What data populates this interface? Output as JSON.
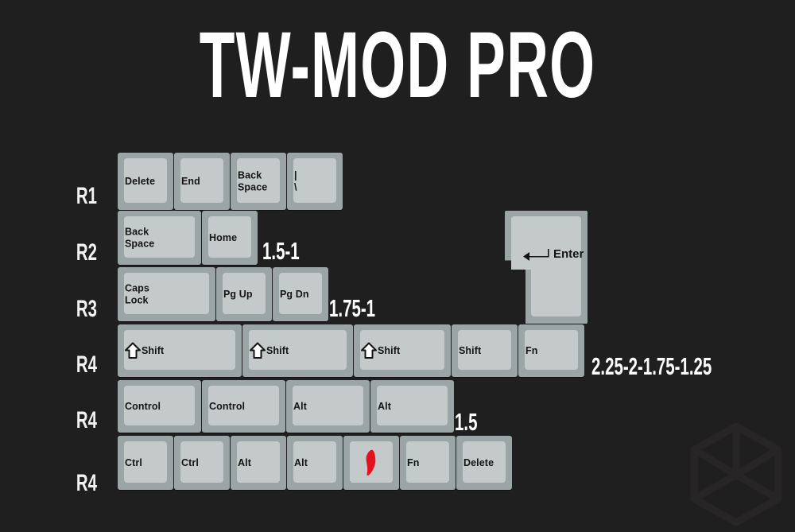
{
  "title": "TW-MOD PRO",
  "colors": {
    "background": "#201f1f",
    "keycap_base": "#9ba5a5",
    "keycap_top": "#c4c9ca",
    "legend": "#141414",
    "accent_red": "#e4121f",
    "annotation": "#ffffff"
  },
  "row_labels": [
    {
      "id": "r1",
      "text": "R1"
    },
    {
      "id": "r2",
      "text": "R2"
    },
    {
      "id": "r3",
      "text": "R3"
    },
    {
      "id": "r4a",
      "text": "R4"
    },
    {
      "id": "r4b",
      "text": "R4"
    },
    {
      "id": "r4c",
      "text": "R4"
    }
  ],
  "annotations": [
    {
      "id": "a-r2",
      "text": "1.5-1"
    },
    {
      "id": "a-r3",
      "text": "1.75-1"
    },
    {
      "id": "a-r4a",
      "text": "2.25-2-1.75-1.25"
    },
    {
      "id": "a-r4b",
      "text": "1.5"
    }
  ],
  "rows": [
    {
      "label": "R1",
      "keys": [
        {
          "legend": "Delete",
          "units": 1,
          "icon": "none"
        },
        {
          "legend": "End",
          "units": 1,
          "icon": "none"
        },
        {
          "legend": "Back\nSpace",
          "units": 1,
          "icon": "none"
        },
        {
          "legend": "|\n\\",
          "units": 1,
          "icon": "none"
        }
      ]
    },
    {
      "label": "R2",
      "keys": [
        {
          "legend": "Back\nSpace",
          "units": 1.5,
          "icon": "none"
        },
        {
          "legend": "Home",
          "units": 1,
          "icon": "none"
        }
      ]
    },
    {
      "label": "R3",
      "keys": [
        {
          "legend": "Caps\nLock",
          "units": 1.75,
          "icon": "none"
        },
        {
          "legend": "Pg Up",
          "units": 1,
          "icon": "none"
        },
        {
          "legend": "Pg Dn",
          "units": 1,
          "icon": "none"
        }
      ]
    },
    {
      "label": "R4",
      "keys": [
        {
          "legend": "Shift",
          "units": 2.25,
          "icon": "shift-arrow-icon"
        },
        {
          "legend": "Shift",
          "units": 2,
          "icon": "shift-arrow-icon"
        },
        {
          "legend": "Shift",
          "units": 1.75,
          "icon": "shift-arrow-icon"
        },
        {
          "legend": "Shift",
          "units": 1.25,
          "icon": "none"
        },
        {
          "legend": "Fn",
          "units": 1.25,
          "icon": "none"
        }
      ]
    },
    {
      "label": "R4",
      "keys": [
        {
          "legend": "Control",
          "units": 1.5,
          "icon": "none"
        },
        {
          "legend": "Control",
          "units": 1.5,
          "icon": "none"
        },
        {
          "legend": "Alt",
          "units": 1.5,
          "icon": "none"
        },
        {
          "legend": "Alt",
          "units": 1.5,
          "icon": "none"
        }
      ]
    },
    {
      "label": "R4",
      "keys": [
        {
          "legend": "Ctrl",
          "units": 1,
          "icon": "none"
        },
        {
          "legend": "Ctrl",
          "units": 1,
          "icon": "none"
        },
        {
          "legend": "Alt",
          "units": 1,
          "icon": "none"
        },
        {
          "legend": "Alt",
          "units": 1,
          "icon": "none"
        },
        {
          "legend": "",
          "units": 1,
          "icon": "taiwan-island-icon"
        },
        {
          "legend": "Fn",
          "units": 1,
          "icon": "none"
        },
        {
          "legend": "Delete",
          "units": 1,
          "icon": "none"
        }
      ]
    }
  ],
  "enter_key": {
    "legend": "Enter",
    "icon": "enter-arrow-icon",
    "shape": "iso-enter"
  },
  "watermark": {
    "icon": "hex-cube-logo-icon"
  }
}
